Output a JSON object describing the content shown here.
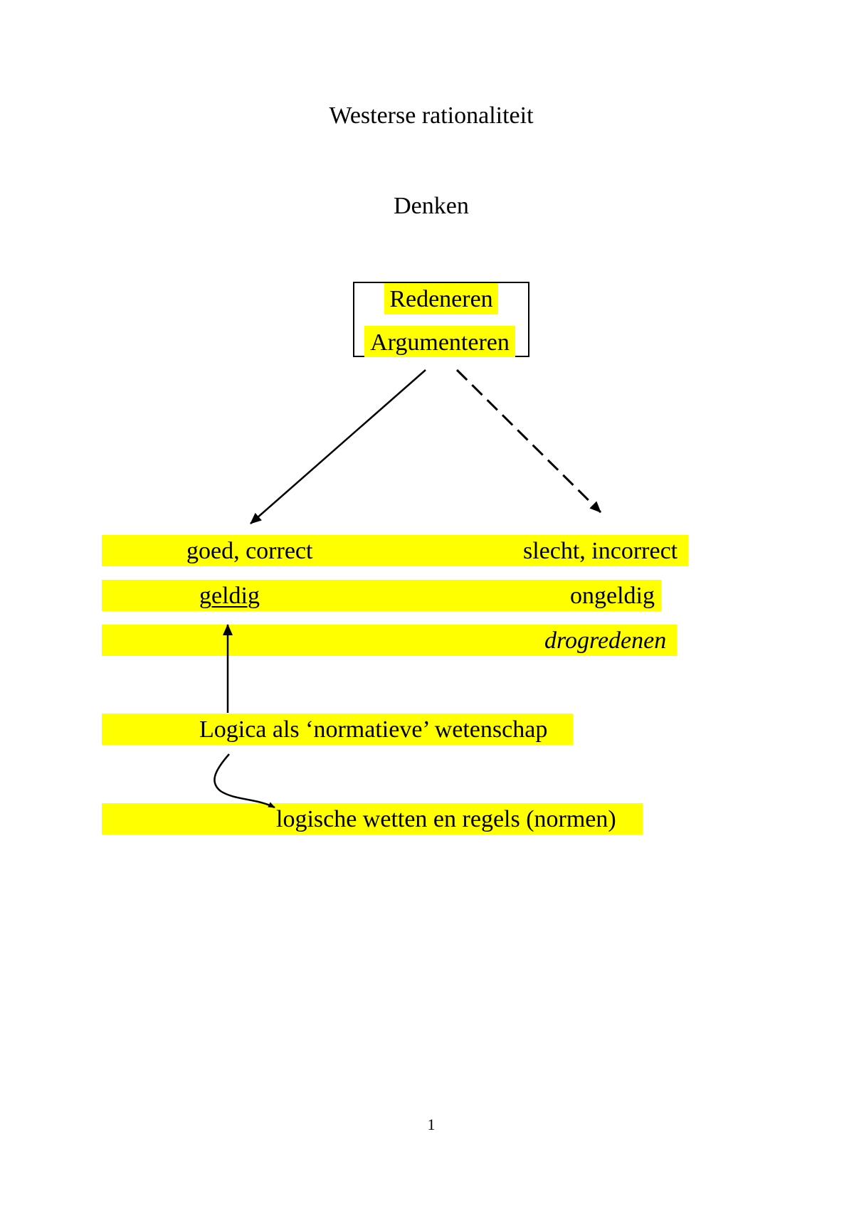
{
  "document": {
    "title": "Westerse rationaliteit",
    "subtitle": "Denken",
    "page_number": "1"
  },
  "box": {
    "line1": "Redeneren",
    "line2": "Argumenteren"
  },
  "rows": {
    "left1": "goed, correct",
    "right1": "slecht, incorrect",
    "left2": "geldig",
    "right2": "ongeldig",
    "right3": "drogredenen",
    "logic": "Logica als ‘normatieve’ wetenschap",
    "laws": "logische wetten en regels (normen)"
  },
  "colors": {
    "highlight": "#ffff00",
    "text": "#000000"
  }
}
